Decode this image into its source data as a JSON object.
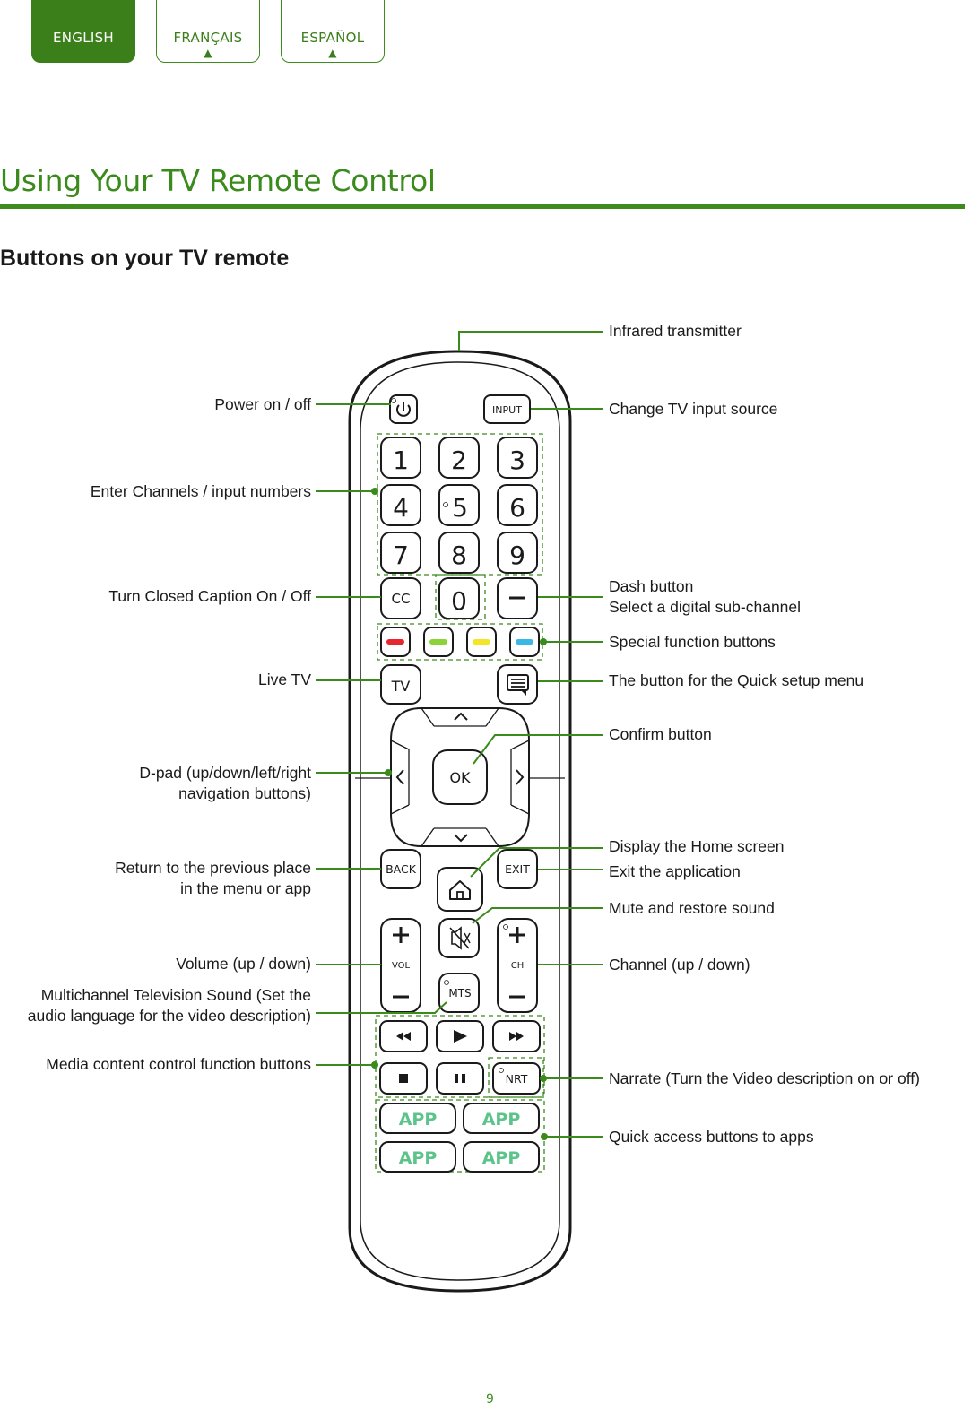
{
  "tabs": [
    {
      "label": "ENGLISH",
      "active": true
    },
    {
      "label": "FRANÇAIS",
      "active": false,
      "arrow": "▲"
    },
    {
      "label": "ESPAÑOL",
      "active": false,
      "arrow": "▲"
    }
  ],
  "page_title": "Using Your TV Remote Control",
  "section_title": "Buttons on your TV remote",
  "labels_left": {
    "power": "Power on / off",
    "channels": "Enter Channels / input numbers",
    "cc": "Turn Closed Caption On / Off",
    "live_tv": "Live TV",
    "dpad_1": "D-pad (up/down/left/right",
    "dpad_2": "navigation buttons)",
    "return_1": "Return to the previous place",
    "return_2": "in the menu or app",
    "volume": "Volume (up / down)",
    "mts_1": "Multichannel Television Sound (Set the",
    "mts_2": "audio language for the video description)",
    "media": "Media content control function buttons"
  },
  "labels_right": {
    "infrared": "Infrared transmitter",
    "input": "Change TV input source",
    "dash_1": "Dash button",
    "dash_2": "Select a digital sub-channel",
    "special": "Special function buttons",
    "quick": "The button for the Quick setup menu",
    "confirm": "Confirm button",
    "home": "Display the Home screen",
    "exit": "Exit the application",
    "mute": "Mute and restore sound",
    "channel": "Channel (up / down)",
    "narrate": "Narrate (Turn the Video description on or off)",
    "apps": "Quick access buttons to apps"
  },
  "remote": {
    "input_label": "INPUT",
    "digits": [
      "1",
      "2",
      "3",
      "4",
      "5",
      "6",
      "7",
      "8",
      "9",
      "0"
    ],
    "cc_label": "CC",
    "dash_label": "–",
    "tv_label": "TV",
    "ok_label": "OK",
    "back_label": "BACK",
    "exit_label": "EXIT",
    "vol_label": "VOL",
    "ch_label": "CH",
    "mts_label": "MTS",
    "nrt_label": "NRT",
    "app_labels": [
      "APP",
      "APP",
      "APP",
      "APP"
    ],
    "colors": {
      "red": "#e8262f",
      "green": "#8ad43a",
      "yellow": "#f2e52a",
      "blue": "#3bb7e3",
      "app": "#5cc48a",
      "accent": "#3a8a1c"
    }
  },
  "icons": [
    "power-icon",
    "quick-menu-icon",
    "home-icon",
    "mute-icon",
    "rewind-icon",
    "play-icon",
    "fast-forward-icon",
    "stop-icon",
    "pause-icon",
    "chevron-up-icon",
    "chevron-down-icon",
    "chevron-left-icon",
    "chevron-right-icon"
  ],
  "page_number": "9"
}
